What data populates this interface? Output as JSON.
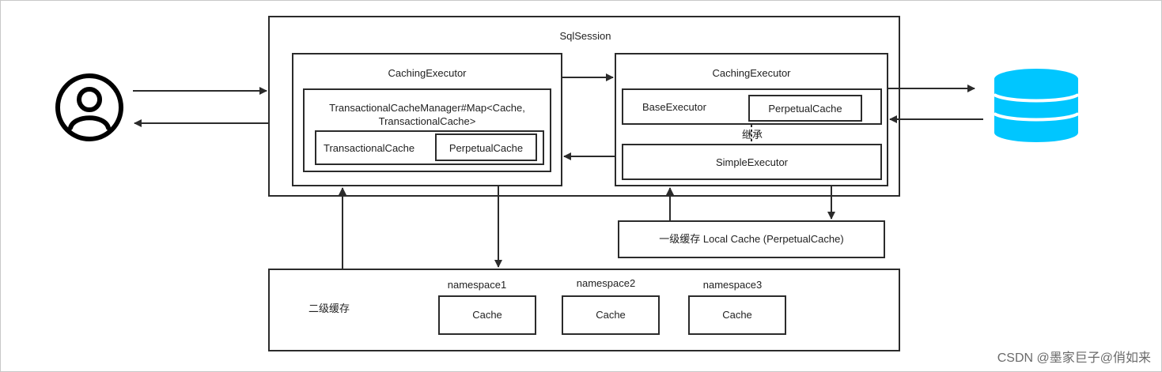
{
  "sqlsession": {
    "title": "SqlSession"
  },
  "caching_executor_left": {
    "title": "CachingExecutor",
    "tcm_label_line1": "TransactionalCacheManager#Map<Cache,",
    "tcm_label_line2": "TransactionalCache>",
    "transactional_cache": "TransactionalCache",
    "perpetual_cache": "PerpetualCache"
  },
  "caching_executor_right": {
    "title": "CachingExecutor",
    "base_executor": "BaseExecutor",
    "perpetual_cache": "PerpetualCache",
    "inherit_label": "继承",
    "simple_executor": "SimpleExecutor"
  },
  "local_cache": {
    "label": "一级缓存  Local Cache (PerpetualCache)"
  },
  "second_level_cache": {
    "label": "二级缓存",
    "namespaces": [
      {
        "name": "namespace1",
        "cache": "Cache"
      },
      {
        "name": "namespace2",
        "cache": "Cache"
      },
      {
        "name": "namespace3",
        "cache": "Cache"
      }
    ]
  },
  "icons": {
    "user": "user-icon",
    "database": "database-icon"
  },
  "colors": {
    "database": "#00c6ff",
    "stroke": "#2b2b2b"
  },
  "watermark": "CSDN @墨家巨子@俏如来"
}
